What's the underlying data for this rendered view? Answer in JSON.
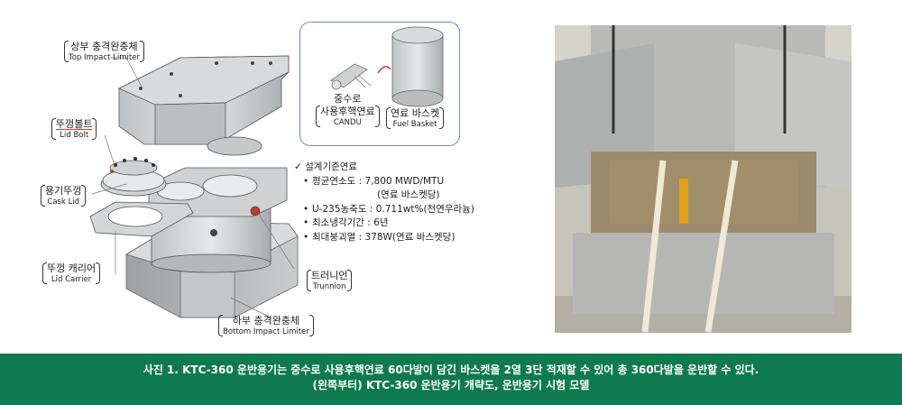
{
  "labels": {
    "top_limiter": {
      "ko": "상부 충격완충체",
      "en": "Top Impact Limiter"
    },
    "lid_bolt": {
      "ko": "뚜껑볼트",
      "en": "Lid Bolt"
    },
    "cask_lid": {
      "ko": "용기뚜껑",
      "en": "Cask Lid"
    },
    "lid_carrier": {
      "ko": "뚜껑 캐리어",
      "en": "Lid Carrier"
    },
    "trunnion": {
      "ko": "트러니언",
      "en": "Trunnion"
    },
    "bottom_limiter": {
      "ko": "하부 충격완충체",
      "en": "Bottom Impact Limiter"
    },
    "candu": {
      "ko_top": "중수로",
      "ko": "사용후핵연료",
      "en": "CANDU"
    },
    "fuel_basket": {
      "ko": "연료 바스켓",
      "en": "Fuel Basket"
    }
  },
  "specs": {
    "title": "✓ 설계기준연료",
    "items": [
      "평균연소도 : 7,800 MWD/MTU",
      "U-235농축도 : 0.711wt%(천연우라늄)",
      "최소냉각기간 : 6년",
      "최대붕괴열 : 378W(연료 바스켓당)"
    ],
    "item0_cont": "(연료 바스켓당)"
  },
  "caption": {
    "line1": "사진 1. KTC-360 운반용기는 중수로 사용후핵연료 60다발이 담긴 바스켓을 2열 3단 적재할 수 있어 총 360다발을 운반할 수 있다.",
    "line2": "(왼쪽부터) KTC-360 운반용기 개략도, 운반용기 시험 모델"
  },
  "colors": {
    "caption_bg": "#0f7a4d",
    "accent_red": "#d43a2c",
    "inset_border": "#6b8ec4"
  }
}
